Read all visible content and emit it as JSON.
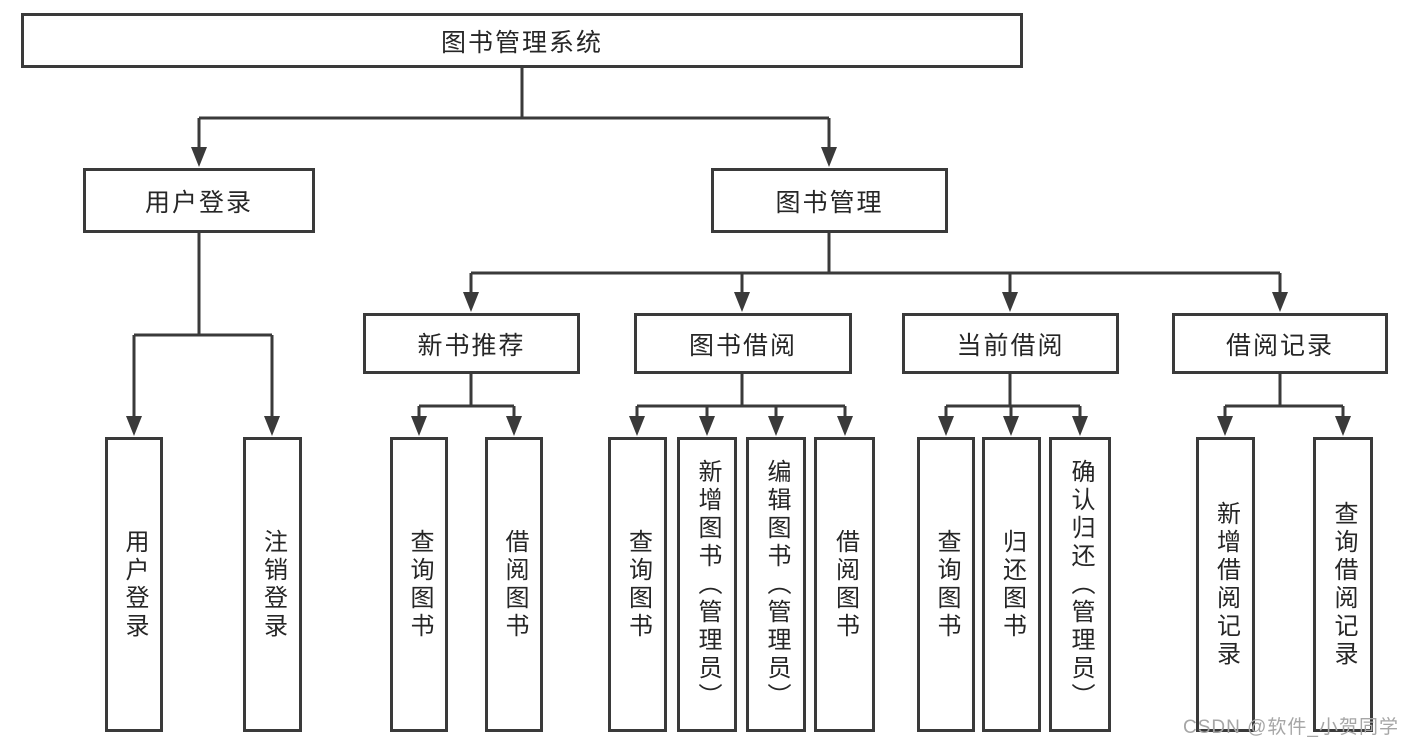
{
  "diagram": {
    "title_node": {
      "label": "图书管理系统"
    },
    "level2": [
      {
        "label": "用户登录"
      },
      {
        "label": "图书管理"
      }
    ],
    "level3": [
      {
        "label": "新书推荐",
        "parent": "图书管理"
      },
      {
        "label": "图书借阅",
        "parent": "图书管理"
      },
      {
        "label": "当前借阅",
        "parent": "图书管理"
      },
      {
        "label": "借阅记录",
        "parent": "图书管理"
      }
    ],
    "leaves": [
      {
        "label": "用户登录",
        "parent": "用户登录"
      },
      {
        "label": "注销登录",
        "parent": "用户登录"
      },
      {
        "label": "查询图书",
        "parent": "新书推荐"
      },
      {
        "label": "借阅图书",
        "parent": "新书推荐"
      },
      {
        "label": "查询图书",
        "parent": "图书借阅"
      },
      {
        "label": "新增图书（管理员）",
        "parent": "图书借阅"
      },
      {
        "label": "编辑图书（管理员）",
        "parent": "图书借阅"
      },
      {
        "label": "借阅图书",
        "parent": "图书借阅"
      },
      {
        "label": "查询图书",
        "parent": "当前借阅"
      },
      {
        "label": "归还图书",
        "parent": "当前借阅"
      },
      {
        "label": "确认归还（管理员）",
        "parent": "当前借阅"
      },
      {
        "label": "新增借阅记录",
        "parent": "借阅记录"
      },
      {
        "label": "查询借阅记录",
        "parent": "借阅记录"
      }
    ]
  },
  "watermark": {
    "text": "CSDN @软件_小贺同学"
  },
  "colors": {
    "line": "#3a3a3a",
    "box_border": "#3a3a3a",
    "box_fill": "#ffffff",
    "text": "#262626",
    "watermark": "#a6a6a6",
    "background": "#ffffff"
  }
}
